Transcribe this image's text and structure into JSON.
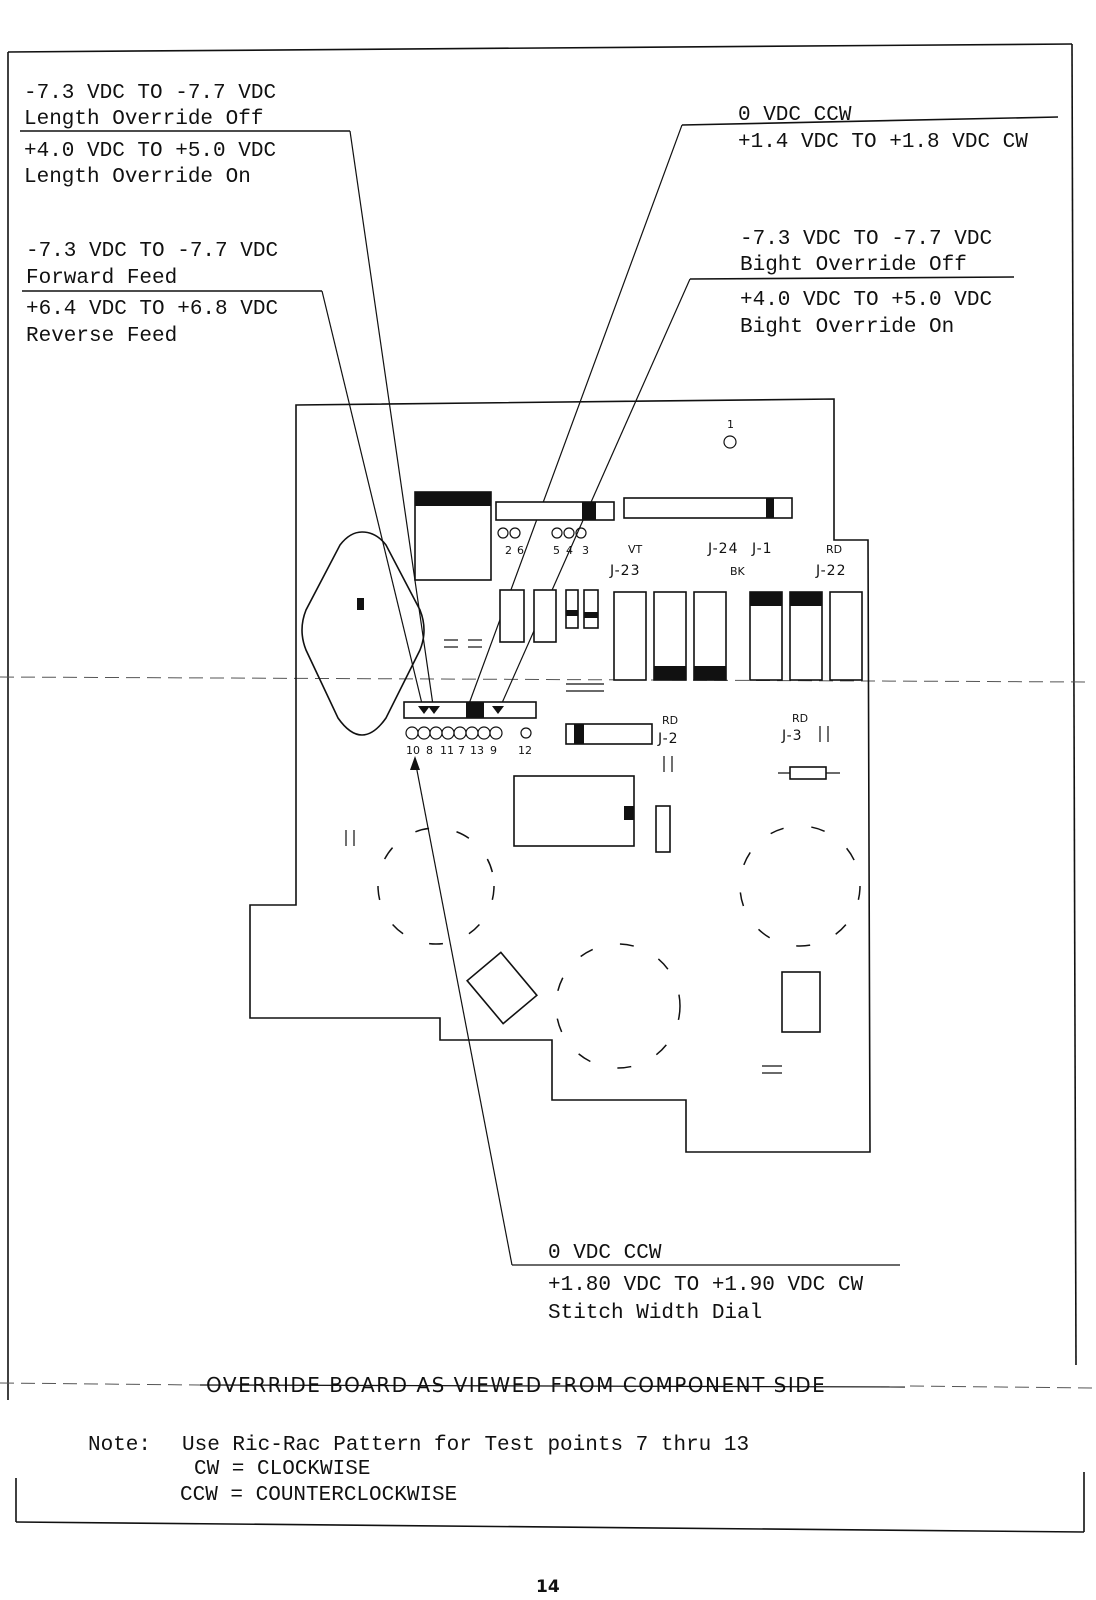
{
  "labels": {
    "length": {
      "off_range": "-7.3 VDC TO -7.7 VDC",
      "off_name": "Length Override Off",
      "on_range": "+4.0 VDC TO +5.0 VDC",
      "on_name": "Length Override On"
    },
    "feed": {
      "fwd_range": "-7.3 VDC TO -7.7 VDC",
      "fwd_name": "Forward Feed",
      "rev_range": "+6.4 VDC TO +6.8 VDC",
      "rev_name": "Reverse Feed"
    },
    "dial_top": {
      "ccw": "0 VDC   CCW",
      "cw": "+1.4 VDC TO +1.8 VDC  CW"
    },
    "bight": {
      "off_range": "-7.3 VDC TO -7.7 VDC",
      "off_name": "Bight Override Off",
      "on_range": "+4.0 VDC TO +5.0 VDC",
      "on_name": "Bight Override On"
    },
    "stitch": {
      "ccw": "0 VDC   CCW",
      "cw": "+1.80 VDC TO +1.90 VDC   CW",
      "name": "Stitch Width Dial"
    }
  },
  "board": {
    "test_point_top": "1",
    "pins_upper": [
      "2",
      "6",
      "5",
      "4",
      "3"
    ],
    "pins_lower": [
      "10",
      "8",
      "11",
      "7",
      "13",
      "9",
      "12"
    ],
    "connectors": {
      "vt": "VT",
      "j23": "J-23",
      "j24": "J-24",
      "j1": "J-1",
      "bk": "BK",
      "rd1": "RD",
      "j22": "J-22",
      "rd2": "RD",
      "j2": "J-2",
      "rd3": "RD",
      "j3": "J-3"
    }
  },
  "caption": "OVERRIDE BOARD AS VIEWED FROM COMPONENT SIDE",
  "note": {
    "label": "Note:",
    "line1": "Use Ric-Rac Pattern for Test points 7 thru 13",
    "line2": "CW = CLOCKWISE",
    "line3": "CCW = COUNTERCLOCKWISE"
  },
  "page_number": "14"
}
